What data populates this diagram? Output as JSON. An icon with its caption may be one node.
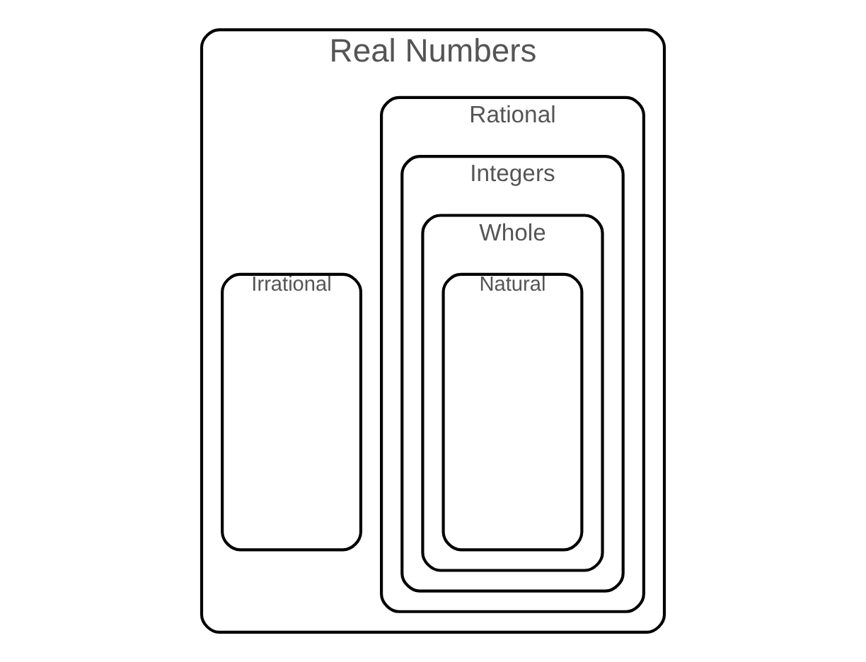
{
  "diagram": {
    "nodes": [
      {
        "text": [
          "Real Numbers"
        ]
      },
      {
        "text": [
          "Rational"
        ],
        "in": 0
      },
      {
        "text": [
          "Integers"
        ],
        "in": 1
      },
      {
        "text": [
          "Whole"
        ],
        "in": 2
      },
      {
        "text": [
          "Natural"
        ],
        "in": 3
      },
      {
        "text": [
          "Irrational"
        ],
        "in": 0
      }
    ]
  }
}
